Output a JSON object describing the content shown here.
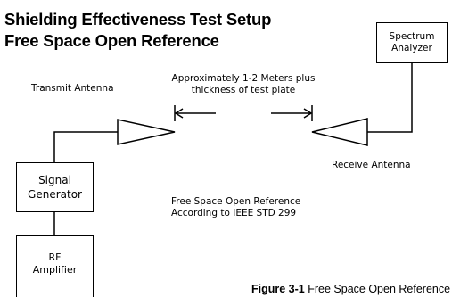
{
  "title": {
    "line1": "Shielding Effectiveness Test Setup",
    "line2": "Free Space Open Reference"
  },
  "spectrum_analyzer": {
    "line1": "Spectrum",
    "line2": "Analyzer"
  },
  "transmit_antenna_label": "Transmit Antenna",
  "receive_antenna_label": "Receive Antenna",
  "distance_label": {
    "line1": "Approximately 1-2 Meters plus",
    "line2": "thickness of test plate"
  },
  "signal_generator": {
    "line1": "Signal",
    "line2": "Generator"
  },
  "rf_amplifier": {
    "line1": "RF",
    "line2": "Amplifier"
  },
  "reference_note": {
    "line1": "Free Space Open Reference",
    "line2": "According to IEEE STD 299"
  },
  "caption": {
    "number": "Figure 3-1",
    "text": "Free Space Open Reference"
  }
}
